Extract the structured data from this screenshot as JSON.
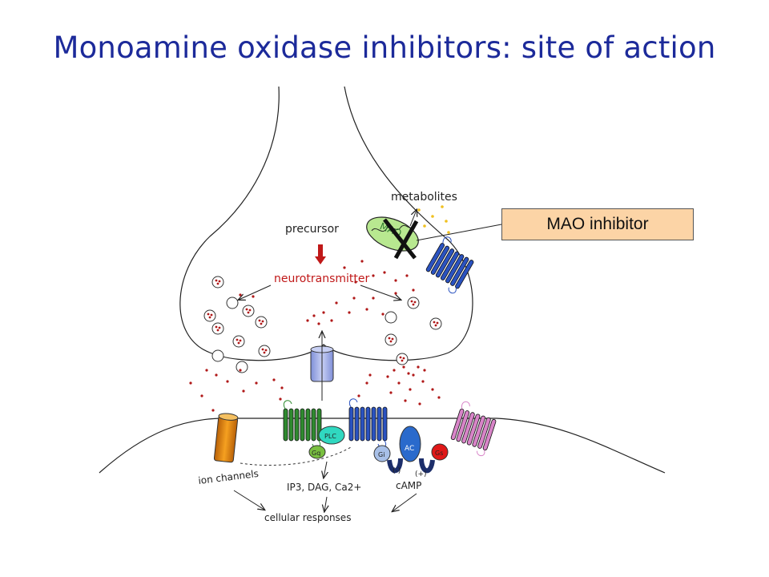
{
  "title": "Monoamine oxidase inhibitors: site of action",
  "labels": {
    "metabolites": "metabolites",
    "precursor": "precursor",
    "neurotransmitter": "neurotransmitter",
    "mao": "MAO",
    "mao_inhibitor": "MAO inhibitor",
    "plc": "PLC",
    "gq": "Gq",
    "gi": "Gi",
    "ac": "AC",
    "gs": "Gs",
    "minus": "(-)",
    "plus": "(+)",
    "ion_channels": "ion channels",
    "ip3": "IP3, DAG, Ca2+",
    "camp": "cAMP",
    "cellular_responses": "cellular responses"
  },
  "colors": {
    "title": "#1c2a9a",
    "neurotransmitter_dot": "#b01818",
    "precursor_arrow": "#c01818",
    "mao_inhibitor_box": "#fcd4a6",
    "mitochondrion": "#b8e890",
    "receptor_blue": "#2a52c0",
    "receptor_green": "#2f8a2f",
    "receptor_pink": "#d884c8",
    "ion_channel": "#e08a10",
    "plc": "#30d8c0",
    "gq": "#7ac040",
    "gi": "#a8c0e8",
    "ac": "#2a6acc",
    "gs": "#e01818",
    "metabolite_dot": "#f0c020"
  }
}
